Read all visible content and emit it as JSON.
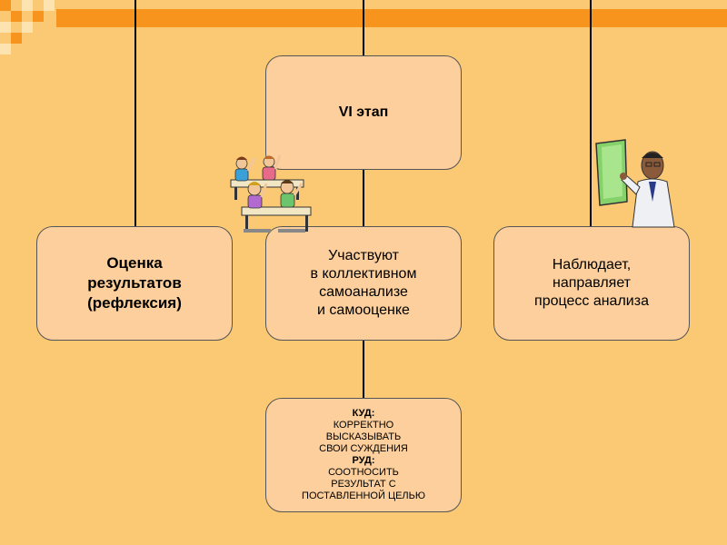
{
  "stage": "VI этап",
  "left_box": "Оценка\nрезультатов\n(рефлексия)",
  "middle_box": "Участвуют\nв коллективном\nсамоанализе\nи самооценке",
  "right_box": "Наблюдает,\nнаправляет\nпроцесс анализа",
  "kud_box": {
    "kud_heading": "КУД:",
    "kud_text": "КОРРЕКТНО\nВЫСКАЗЫВАТЬ\nСВОИ СУЖДЕНИЯ",
    "rud_heading": "РУД:",
    "rud_text": "СООТНОСИТЬ\nРЕЗУЛЬТАТ С\nПОСТАВЛЕННОЙ ЦЕЛЬЮ"
  },
  "images": {
    "students": "students-at-desks-icon",
    "teacher": "teacher-with-board-icon"
  },
  "colors": {
    "background": "#fbc973",
    "box_fill": "#fccf9c",
    "accent": "#f7941e"
  }
}
